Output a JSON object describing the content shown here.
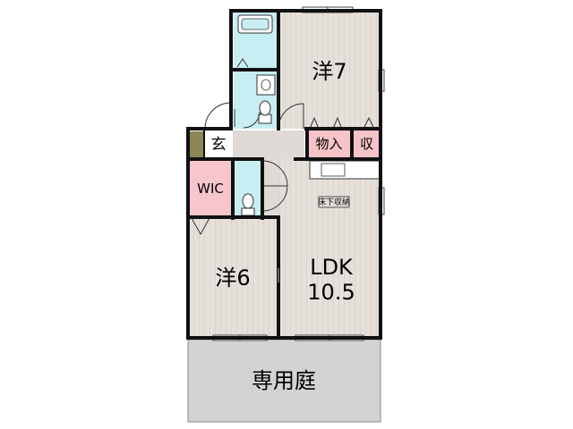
{
  "rooms": {
    "western_7": "洋7",
    "western_6": "洋6",
    "ldk_name": "LDK",
    "ldk_size": "10.5",
    "entrance": "玄",
    "wic": "WIC",
    "storeroom": "物入",
    "closet": "収",
    "underfloor_storage": "床下収納",
    "private_garden": "専用庭"
  },
  "colors": {
    "wall": "#111111",
    "flooring": "#e6e0db",
    "flooring_line": "#cfc6bf",
    "hall": "#e0dad6",
    "wet_area": "#c7eef3",
    "storage_pink": "#f6c3c8",
    "wic_pink": "#f7c5cc",
    "shoe_box": "#8c8556",
    "garden": "#d3d3d3"
  }
}
